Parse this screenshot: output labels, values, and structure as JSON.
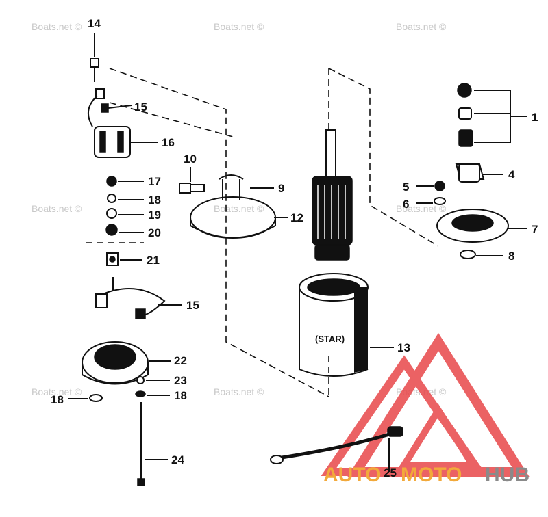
{
  "watermark": "Boats.net ©",
  "brand": {
    "part1": "AUTO",
    "part2": "MOTO",
    "part3": "HUB",
    "color_red": "#e8474a",
    "color_orange": "#f2a93b",
    "color_gray": "#8a8a8a"
  },
  "label_star": "(STAR)",
  "callouts": {
    "c1": "1",
    "c4": "4",
    "c5": "5",
    "c6": "6",
    "c7": "7",
    "c8": "8",
    "c9": "9",
    "c10": "10",
    "c12": "12",
    "c13": "13",
    "c14": "14",
    "c15a": "15",
    "c15b": "15",
    "c16": "16",
    "c17": "17",
    "c18a": "18",
    "c18b": "18",
    "c18c": "18",
    "c19": "19",
    "c20": "20",
    "c21": "21",
    "c22": "22",
    "c23": "23",
    "c24": "24",
    "c25": "25"
  }
}
